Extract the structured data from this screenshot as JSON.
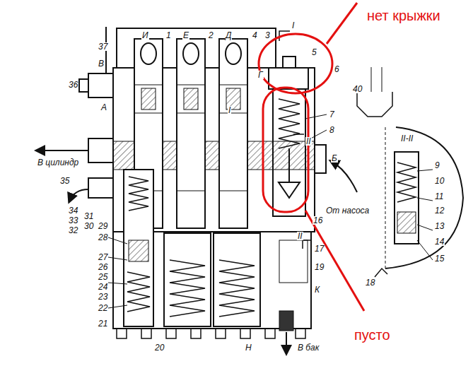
{
  "diagram": {
    "labels": [
      "нет крыжки",
      "пусто",
      "В цилиндр",
      "От насоса",
      "В бак",
      "37",
      "В",
      "А",
      "36",
      "И",
      "1",
      "Е",
      "2",
      "Д",
      "4",
      "3",
      "I",
      "Г",
      "5",
      "6",
      "40",
      "7",
      "8",
      "II",
      "Б",
      "16",
      "35",
      "34",
      "33",
      "32",
      "31",
      "30",
      "29",
      "28",
      "27",
      "26",
      "25",
      "24",
      "23",
      "22",
      "21",
      "20",
      "17",
      "II",
      "19",
      "К",
      "Н",
      "18",
      "II-II",
      "9",
      "10",
      "11",
      "12",
      "13",
      "14",
      "15",
      "I"
    ]
  }
}
